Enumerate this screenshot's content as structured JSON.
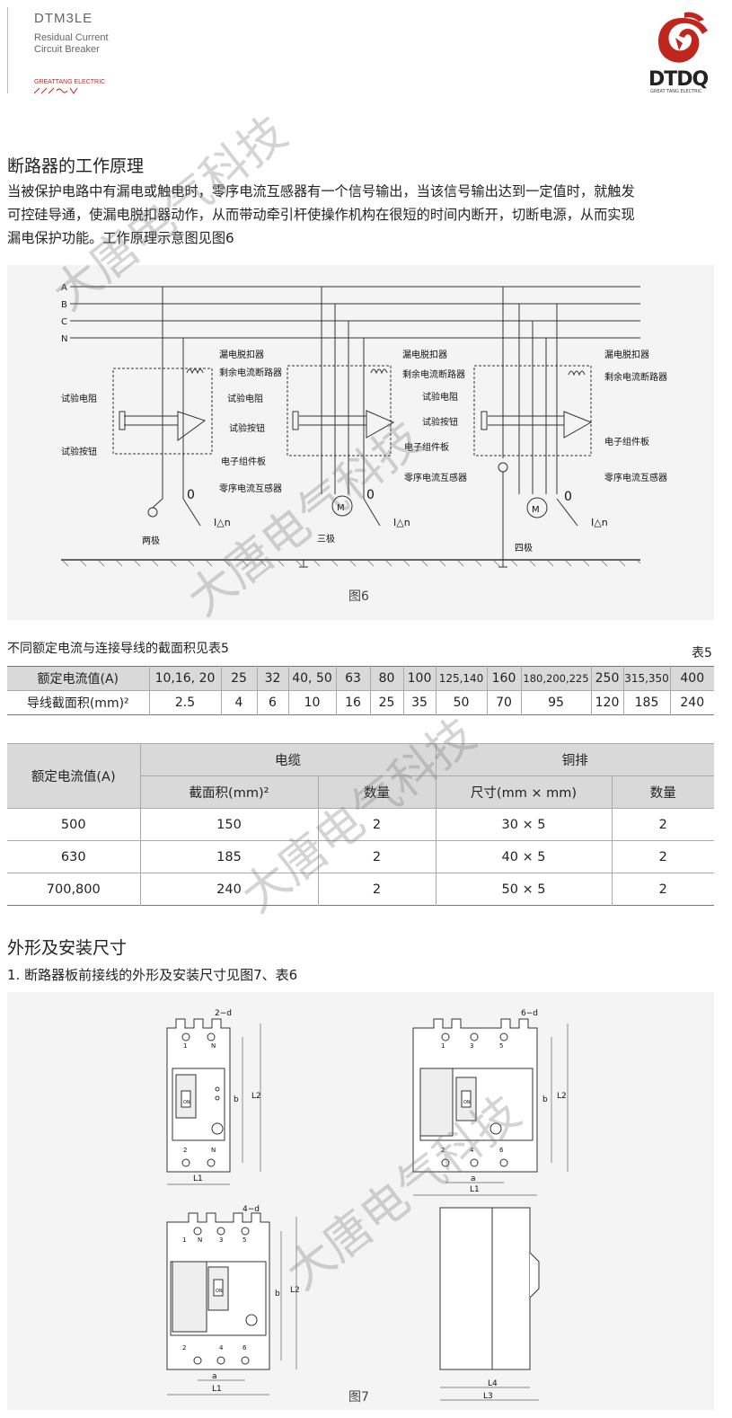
{
  "header": {
    "product": "DTM3LE",
    "subtitle_line1": "Residual Current",
    "subtitle_line2": "Circuit Breaker",
    "brand_en": "GREATTANG ELECTRIC",
    "logo_text": "DTDQ",
    "logo_sub": "GREAT TANG ELECTRIC",
    "accent_color": "#c0261e"
  },
  "section1": {
    "title": "断路器的工作原理",
    "para_lines": [
      "当被保护电路中有漏电或触电时，零序电流互感器有一个信号输出，当该信号输出达到一定值时，就触发",
      "可控硅导通，使漏电脱扣器动作，从而带动牵引杆使操作机构在很短的时间内断开，切断电源，从而实现",
      "漏电保护功能。工作原理示意图见图6"
    ]
  },
  "fig6": {
    "caption": "图6",
    "lines": [
      "A",
      "B",
      "C",
      "N"
    ],
    "labels": {
      "trip": "漏电脱扣器",
      "rcb": "剩余电流断路器",
      "test_res": "试验电阻",
      "test_btn": "试验按钮",
      "board": "电子组件板",
      "ct": "零序电流互感器",
      "zero": "0",
      "idn": "I△n",
      "motor": "M",
      "p2": "两极",
      "p3": "三极",
      "p4": "四极"
    }
  },
  "table5": {
    "intro": "不同额定电流与连接导线的截面积见表5",
    "label": "表5",
    "row1_head": "额定电流值(A)",
    "row2_head": "导线截面积(mm)²",
    "currents": [
      "10,16, 20",
      "25",
      "32",
      "40, 50",
      "63",
      "80",
      "100",
      "125,140",
      "160",
      "180,200,225",
      "250",
      "315,350",
      "400"
    ],
    "areas": [
      "2.5",
      "4",
      "6",
      "10",
      "16",
      "25",
      "35",
      "50",
      "70",
      "95",
      "120",
      "185",
      "240"
    ]
  },
  "table6": {
    "col_current": "额定电流值(A)",
    "group_cable": "电缆",
    "group_copper": "铜排",
    "h_area": "截面积(mm)²",
    "h_qty1": "数量",
    "h_size": "尺寸(mm × mm)",
    "h_qty2": "数量",
    "rows": [
      {
        "current": "500",
        "area": "150",
        "qty1": "2",
        "size": "30 × 5",
        "qty2": "2"
      },
      {
        "current": "630",
        "area": "185",
        "qty1": "2",
        "size": "40 × 5",
        "qty2": "2"
      },
      {
        "current": "700,800",
        "area": "240",
        "qty1": "2",
        "size": "50 × 5",
        "qty2": "2"
      }
    ]
  },
  "section2": {
    "title": "外形及安装尺寸",
    "subtitle": "1. 断路器板前接线的外形及安装尺寸见图7、表6"
  },
  "fig7": {
    "caption": "图7",
    "holes2": "2−d",
    "holes6": "6−d",
    "holes4": "4−d",
    "dim_b": "b",
    "dim_l2": "L2",
    "dim_a": "a",
    "dim_l1": "L1",
    "dim_l3": "L3",
    "dim_l4": "L4",
    "term_1": "1",
    "term_2": "2",
    "term_3": "3",
    "term_4": "4",
    "term_5": "5",
    "term_6": "6",
    "term_n": "N",
    "on": "ON"
  },
  "watermark": "大唐电气科技"
}
